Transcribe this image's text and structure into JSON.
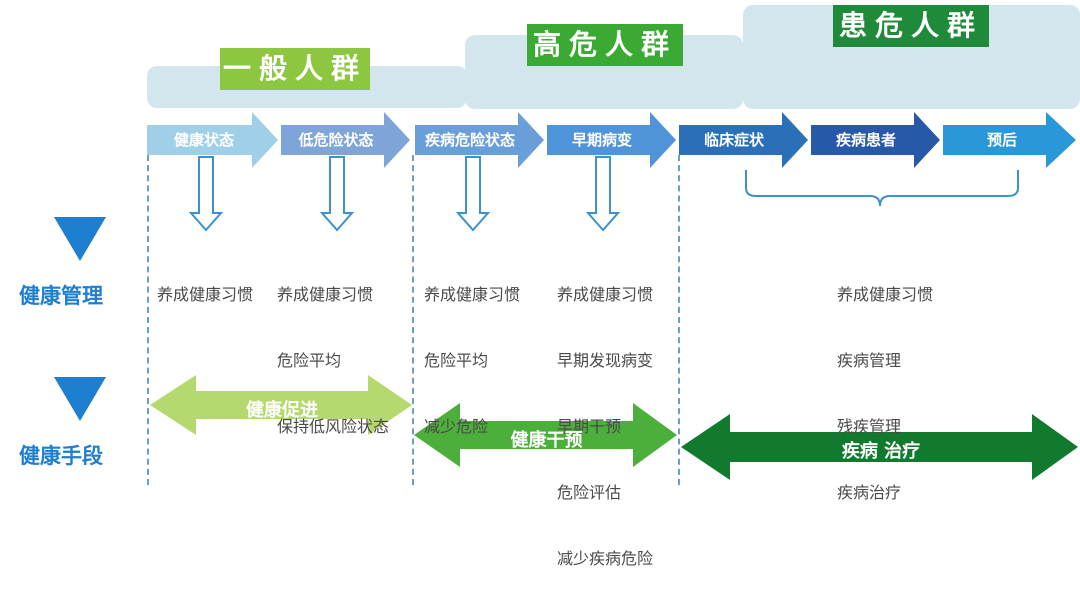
{
  "groups": [
    {
      "label": "一般人群",
      "color": "#8dc63f"
    },
    {
      "label": "高危人群",
      "color": "#3aaa35"
    },
    {
      "label": "患危人群",
      "color": "#1f8a3a"
    }
  ],
  "stages": [
    {
      "label": "健康状态",
      "color": "#9fd0e8"
    },
    {
      "label": "低危险状态",
      "color": "#7ea4d8"
    },
    {
      "label": "疾病危险状态",
      "color": "#6a9ed8"
    },
    {
      "label": "早期病变",
      "color": "#4f94d8"
    },
    {
      "label": "临床症状",
      "color": "#2a6fb8"
    },
    {
      "label": "疾病患者",
      "color": "#2858a8"
    },
    {
      "label": "预后",
      "color": "#2a98d8"
    }
  ],
  "notes": [
    [
      "养成健康习惯"
    ],
    [
      "养成健康习惯",
      "危险平均",
      "保持低风险状态"
    ],
    [
      "养成健康习惯",
      "危险平均",
      "减少危险"
    ],
    [
      "养成健康习惯",
      "早期发现病变",
      "早期干预",
      "危险评估",
      "减少疾病危险"
    ],
    [
      "养成健康习惯",
      "疾病管理",
      "残疾管理",
      "疾病治疗"
    ]
  ],
  "side_labels": {
    "management": "健康管理",
    "means": "健康手段"
  },
  "bands": [
    {
      "label": "健康促进",
      "color": "#b5d96f"
    },
    {
      "label": "健康干预",
      "color": "#4caf3c"
    },
    {
      "label": "疾病 治疗",
      "color": "#127a2e"
    }
  ]
}
